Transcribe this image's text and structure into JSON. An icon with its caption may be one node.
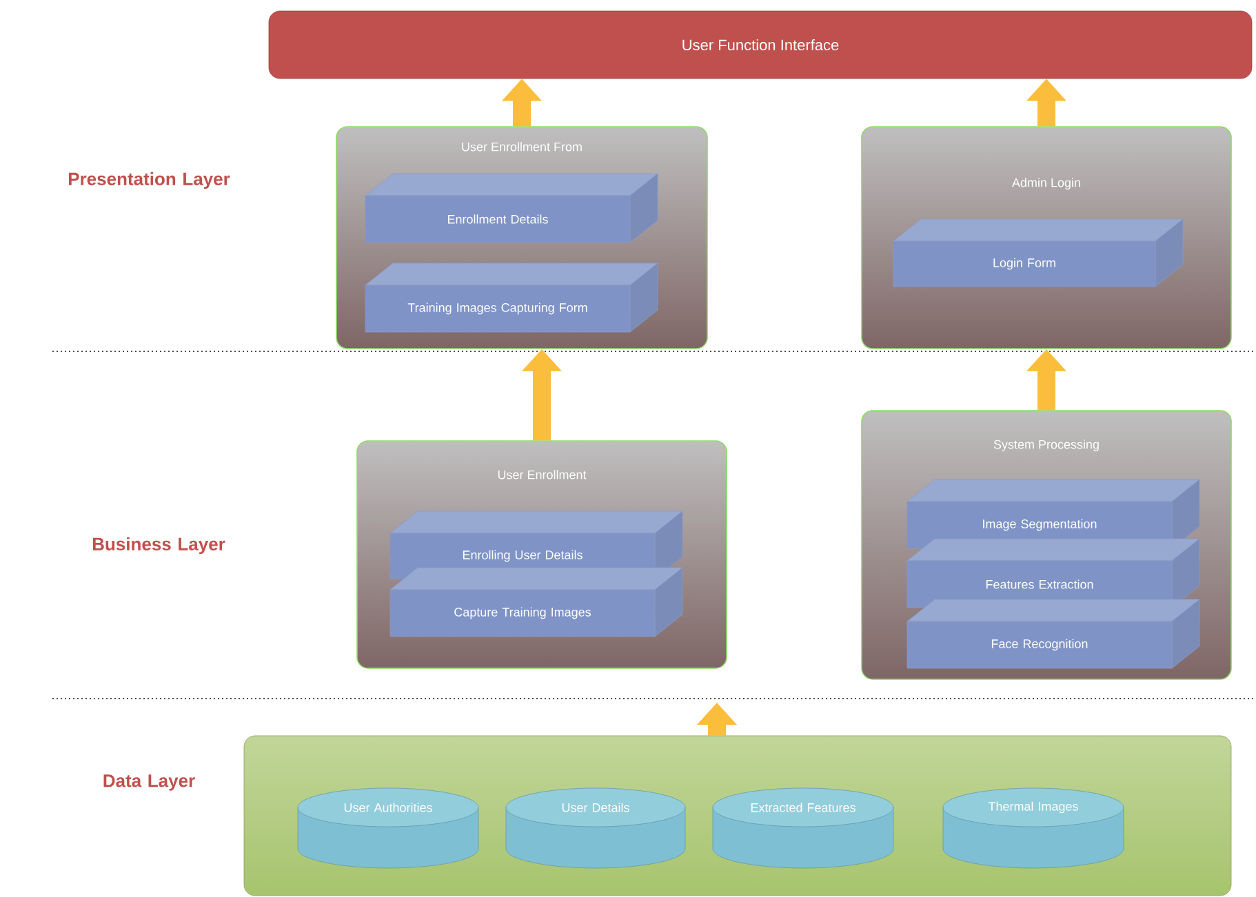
{
  "diagram": {
    "nodes": [
      {
        "text": [
          "User Function Interface"
        ]
      },
      {
        "text": [
          "User Enrollment From"
        ]
      },
      {
        "text": [
          "Enrollment Details"
        ],
        "in": 1
      },
      {
        "text": [
          "Training Images Capturing Form"
        ],
        "in": 1
      },
      {
        "text": [
          "Admin Login"
        ]
      },
      {
        "text": [
          "Login Form"
        ],
        "in": 4
      },
      {
        "text": [
          "User Enrollment"
        ]
      },
      {
        "text": [
          "Enrolling User Details"
        ],
        "in": 6
      },
      {
        "text": [
          "Capture Training Images"
        ],
        "in": 6
      },
      {
        "text": [
          "System Processing"
        ]
      },
      {
        "text": [
          "Image Segmentation"
        ],
        "in": 9
      },
      {
        "text": [
          "Features Extraction"
        ],
        "in": 9
      },
      {
        "text": [
          "Face Recognition"
        ],
        "in": 9
      },
      {
        "text": [],
        "shape": "box"
      },
      {
        "text": [
          "User Authorities"
        ],
        "in": 13
      },
      {
        "text": [
          "User Details"
        ],
        "in": 13
      },
      {
        "text": [
          "Extracted Features"
        ],
        "in": 13
      },
      {
        "text": [
          "Thermal Images"
        ],
        "in": 13
      }
    ],
    "edges": [
      {
        "from": 1,
        "to": 0,
        "arrow": "to"
      },
      {
        "from": 4,
        "to": 0,
        "arrow": "to"
      },
      {
        "from": 6,
        "to": 1,
        "arrow": "to"
      },
      {
        "from": 9,
        "to": 4,
        "arrow": "to"
      },
      {
        "from": 13,
        "to": null,
        "arrow": "to"
      }
    ],
    "labels": [
      "Presentation Layer",
      "Business Layer",
      "Data Layer"
    ]
  }
}
